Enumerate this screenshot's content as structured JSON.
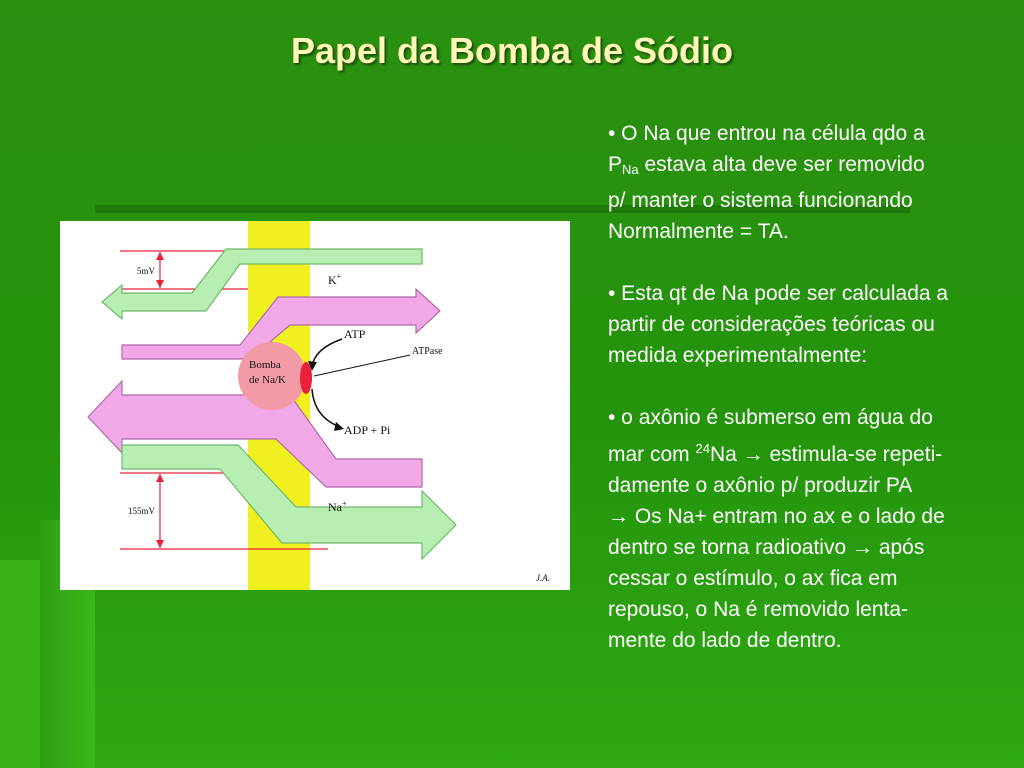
{
  "slide": {
    "title": "Papel da Bomba de Sódio"
  },
  "bullets": {
    "b1_pre": "• O Na que entrou na célula qdo a\nP",
    "b1_sub": "Na",
    "b1_post": " estava alta deve ser removido\np/ manter o sistema funcionando\nNormalmente = TA.",
    "b2": "• Esta qt de Na pode ser calculada a\npartir de considerações teóricas ou\nmedida experimentalmente:",
    "b3_pre": "• o axônio é submerso em água do\nmar com ",
    "b3_sup": "24",
    "b3_post": "Na → estimula-se repeti-\ndamente o axônio p/ produzir PA\n→ Os Na+ entram no ax e o lado de\ndentro se torna radioativo →  após\ncessar o estímulo, o ax fica em\nrepouso, o Na é removido lenta-\nmente do lado de dentro."
  },
  "figure": {
    "label_5mv": "5mV",
    "label_155mv": "155mV",
    "label_k": "K",
    "label_k_sup": "+",
    "label_atp": "ATP",
    "label_atpase": "ATPase",
    "label_pump_line1": "Bomba",
    "label_pump_line2": "de Na/K",
    "label_adp": "ADP + Pi",
    "label_na": "Na",
    "label_na_sup": "+",
    "signature": "J.A."
  },
  "colors": {
    "background": "#2b8f10",
    "title": "#fff8b8",
    "membrane": "#f0f020",
    "k_arrow": "#b7efb2",
    "na_arrow": "#f0a8e6",
    "pump": "#f29aa6",
    "atpase": "#e8203a",
    "red_line": "#e8203a"
  }
}
